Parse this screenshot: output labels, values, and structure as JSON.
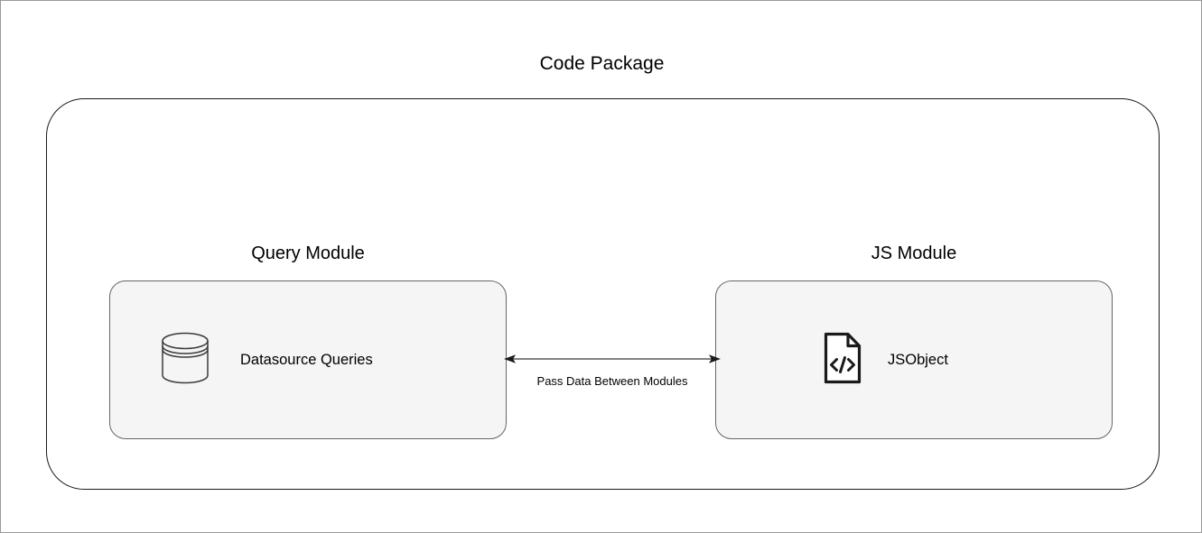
{
  "diagram": {
    "title": "Code Package",
    "background_color": "#ffffff",
    "border_color": "#9a9a9a",
    "container": {
      "name": "Code Package",
      "stroke_color": "#1a1a1a"
    },
    "modules": [
      {
        "id": "query-module",
        "title": "Query Module",
        "node": {
          "label": "Datasource Queries",
          "icon": "database-icon"
        },
        "fill_color": "#f5f5f5",
        "stroke_color": "#666666"
      },
      {
        "id": "js-module",
        "title": "JS Module",
        "node": {
          "label": "JSObject",
          "icon": "code-file-icon"
        },
        "fill_color": "#f5f5f5",
        "stroke_color": "#666666"
      }
    ],
    "connector": {
      "label": "Pass Data Between Modules",
      "direction": "bidirectional",
      "icon": "double-arrow-icon",
      "stroke_color": "#595959"
    }
  }
}
